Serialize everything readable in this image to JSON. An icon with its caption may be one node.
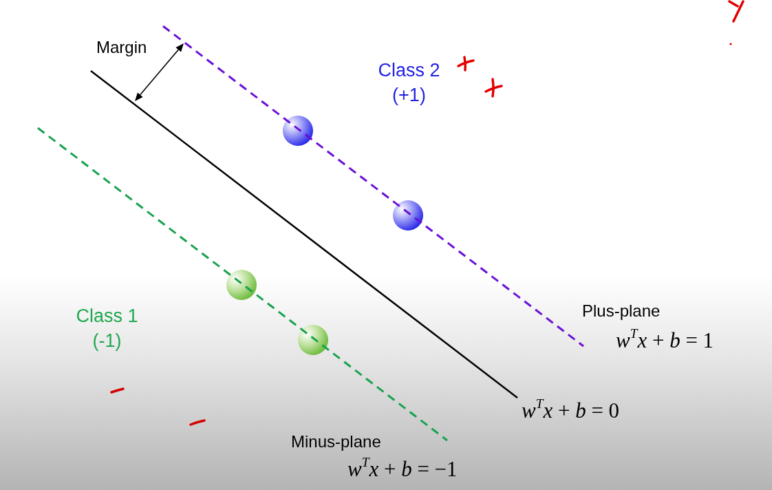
{
  "diagram": {
    "labels": [
      "Margin",
      "Class 2 (+1)",
      "Plus-plane",
      "Class 1 (-1)",
      "*w*$^{T}$*x* + *b* = 1",
      "*w*$^{T}$*x* + *b* = 0",
      "Minus-plane",
      "*w*$^{T}$*x* + *b* = −1"
    ]
  }
}
